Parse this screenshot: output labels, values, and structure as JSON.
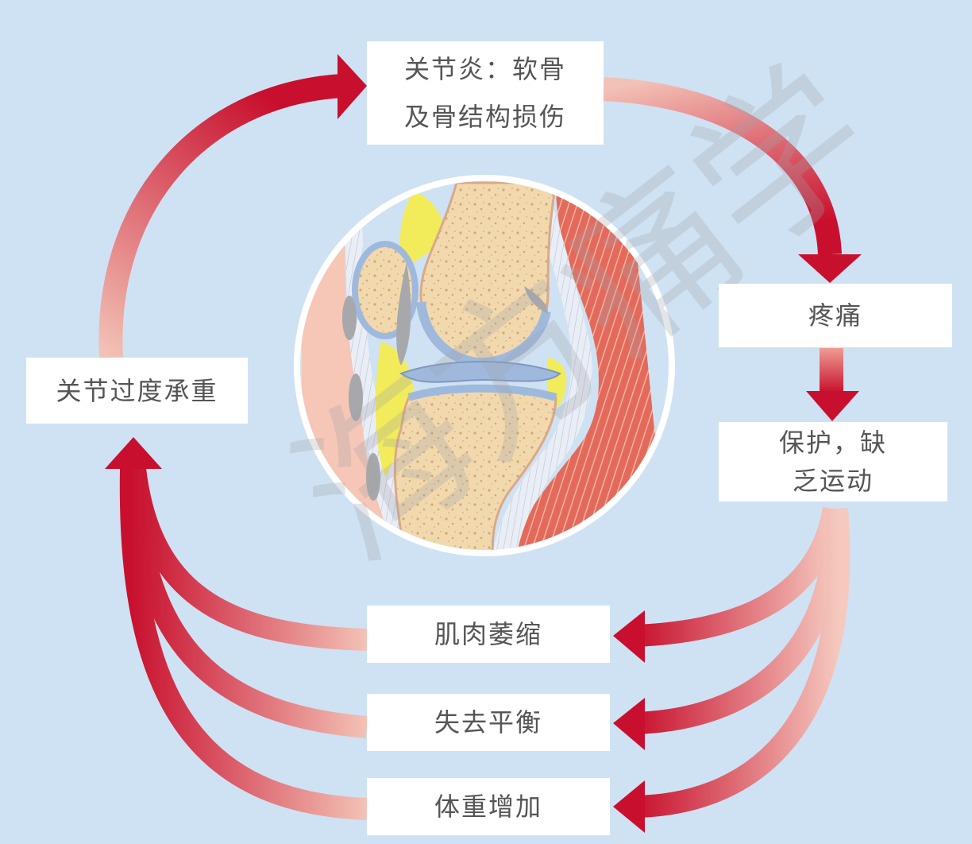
{
  "boxes": {
    "arthritis": {
      "line1": "关节炎：软骨",
      "line2": "及骨结构损伤"
    },
    "pain": "疼痛",
    "protect": {
      "line1": "保护，缺",
      "line2": "乏运动"
    },
    "muscle": "肌肉萎缩",
    "balance": "失去平衡",
    "weight": "体重增加",
    "overload": "关节过度承重"
  },
  "watermark": "海方痛学",
  "colors": {
    "background": "#cfe2f3",
    "arrow_dark": "#c8102e",
    "arrow_light": "#f0b3a8",
    "box": "#ffffff",
    "text": "#555555"
  }
}
